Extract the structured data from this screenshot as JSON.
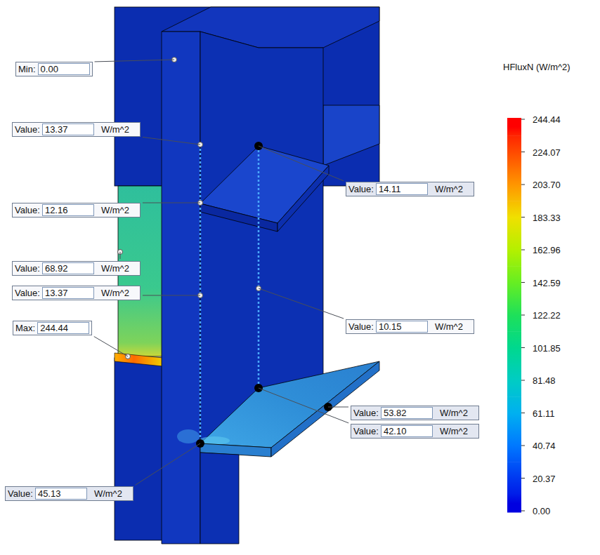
{
  "diagram": {
    "nodes": [
      {
        "text": [
          "Min:",
          "0.00"
        ]
      },
      {
        "text": [
          "Value:",
          "13.37",
          "W/m^2"
        ]
      },
      {
        "text": [
          "Value:",
          "14.11",
          "W/m^2"
        ]
      },
      {
        "text": [
          "Value:",
          "12.16",
          "W/m^2"
        ]
      },
      {
        "text": [
          "Value:",
          "68.92",
          "W/m^2"
        ]
      },
      {
        "text": [
          "Value:",
          "13.37",
          "W/m^2"
        ]
      },
      {
        "text": [
          "Max:",
          "244.44"
        ]
      },
      {
        "text": [
          "Value:",
          "10.15",
          "W/m^2"
        ]
      },
      {
        "text": [
          "Value:",
          "53.82",
          "W/m^2"
        ]
      },
      {
        "text": [
          "Value:",
          "42.10",
          "W/m^2"
        ]
      },
      {
        "text": [
          "Value:",
          "45.13",
          "W/m^2"
        ]
      }
    ],
    "labels": [
      "HFluxN (W/m^2)"
    ],
    "legend": [
      {
        "text": "244.44",
        "color": "#ff0000"
      },
      {
        "text": "224.07",
        "color": "#ff4a00"
      },
      {
        "text": "203.70",
        "color": "#ff9600"
      },
      {
        "text": "183.33",
        "color": "#f0e000"
      },
      {
        "text": "162.96",
        "color": "#b4f000"
      },
      {
        "text": "142.59",
        "color": "#66ee22"
      },
      {
        "text": "122.22",
        "color": "#1ee05a"
      },
      {
        "text": "101.85",
        "color": "#00d88e"
      },
      {
        "text": "81.48",
        "color": "#00ccc4"
      },
      {
        "text": "61.11",
        "color": "#00b0f0"
      },
      {
        "text": "40.74",
        "color": "#0078ff"
      },
      {
        "text": "20.37",
        "color": "#0038f0"
      },
      {
        "text": "0.00",
        "color": "#0000e0"
      }
    ]
  }
}
